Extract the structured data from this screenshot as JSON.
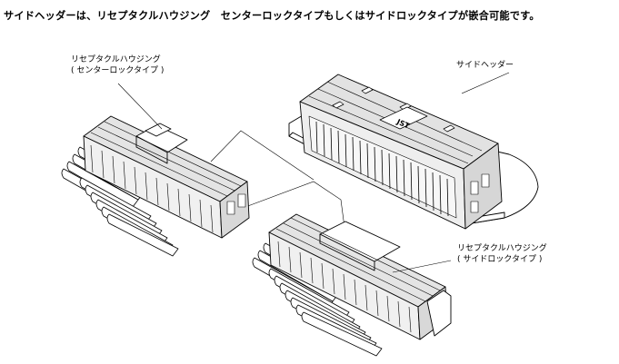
{
  "caption": "サイドヘッダーは、リセプタクルハウジング　センターロックタイプもしくはサイドロックタイプが嵌合可能です。",
  "labels": {
    "center_housing_line1": "リセプタクルハウジング",
    "center_housing_line2": "( センターロックタイプ )",
    "side_header": "サイドヘッダー",
    "side_housing_line1": "リセプタクルハウジング",
    "side_housing_line2": "( サイドロックタイプ )"
  },
  "header_marking": "JST",
  "colors": {
    "line": "#000000",
    "header_body": "#e6e6e6",
    "housing_body": "#ededed"
  }
}
